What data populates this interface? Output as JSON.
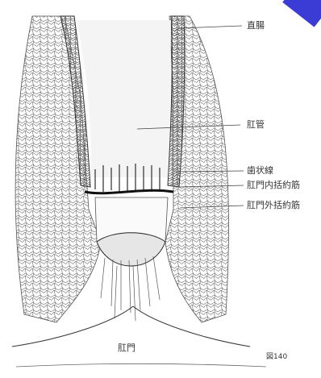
{
  "diagram": {
    "labels": {
      "rectum": "直腸",
      "rectal_ampulla": "肛管",
      "dentate_line": "歯状線",
      "internal_sphincter": "肛門内括約筋",
      "external_sphincter": "肛門外括約筋",
      "anus": "肛門",
      "figure_number": "図140"
    },
    "colors": {
      "ink": "#333333",
      "accent": "#3b3bd6",
      "background": "#ffffff"
    }
  }
}
